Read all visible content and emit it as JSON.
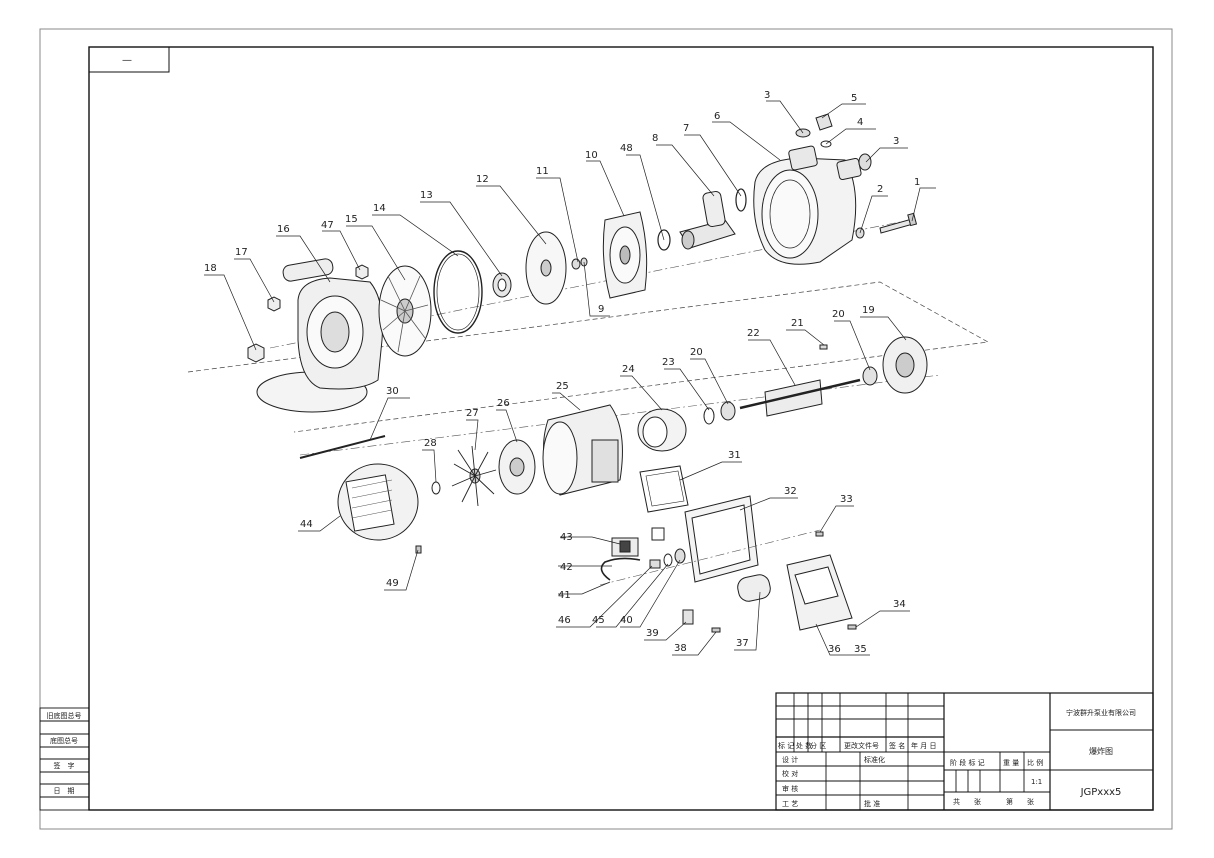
{
  "sheet": {
    "corner_tab": "—",
    "side_labels": [
      "旧底图总号",
      "底图总号",
      "签　字",
      "日　期"
    ]
  },
  "parts": [
    {
      "n": "1"
    },
    {
      "n": "2"
    },
    {
      "n": "3"
    },
    {
      "n": "3"
    },
    {
      "n": "4"
    },
    {
      "n": "5"
    },
    {
      "n": "6"
    },
    {
      "n": "7"
    },
    {
      "n": "8"
    },
    {
      "n": "48"
    },
    {
      "n": "10"
    },
    {
      "n": "11"
    },
    {
      "n": "9"
    },
    {
      "n": "12"
    },
    {
      "n": "13"
    },
    {
      "n": "14"
    },
    {
      "n": "15"
    },
    {
      "n": "47"
    },
    {
      "n": "16"
    },
    {
      "n": "17"
    },
    {
      "n": "18"
    },
    {
      "n": "19"
    },
    {
      "n": "20"
    },
    {
      "n": "21"
    },
    {
      "n": "22"
    },
    {
      "n": "20"
    },
    {
      "n": "23"
    },
    {
      "n": "24"
    },
    {
      "n": "25"
    },
    {
      "n": "26"
    },
    {
      "n": "27"
    },
    {
      "n": "28"
    },
    {
      "n": "30"
    },
    {
      "n": "31"
    },
    {
      "n": "32"
    },
    {
      "n": "33"
    },
    {
      "n": "34"
    },
    {
      "n": "35"
    },
    {
      "n": "36"
    },
    {
      "n": "37"
    },
    {
      "n": "38"
    },
    {
      "n": "39"
    },
    {
      "n": "40"
    },
    {
      "n": "45"
    },
    {
      "n": "46"
    },
    {
      "n": "41"
    },
    {
      "n": "42"
    },
    {
      "n": "43"
    },
    {
      "n": "44"
    },
    {
      "n": "49"
    }
  ],
  "title_block": {
    "revision_headers": [
      "标 记",
      "处 数",
      "分 区",
      "更改文件号",
      "签 名",
      "年 月 日"
    ],
    "design": "设 计",
    "standardization": "标准化",
    "check": "校 对",
    "review": "审 核",
    "process": "工 艺",
    "approve": "批 准",
    "stage_mark": "阶 段 标 记",
    "weight": "重 量",
    "scale": "比 例",
    "scale_value": "1:1",
    "total_sheets": "共　　张",
    "sheet_no": "第　　张",
    "company": "宁波群升泵业有限公司",
    "drawing_name": "爆炸图",
    "drawing_code": "JGPxxx5"
  }
}
